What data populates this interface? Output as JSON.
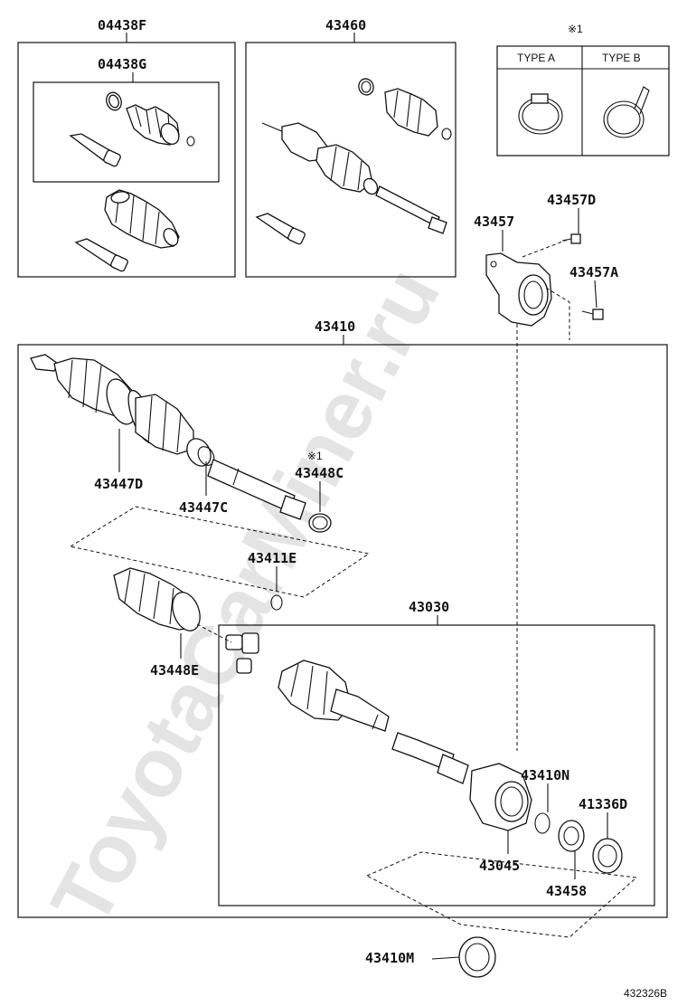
{
  "labels": {
    "kit_f": "04438F",
    "kit_g": "04438G",
    "shaft_kit": "43460",
    "note_mark": "※1",
    "type_a": "TYPE A",
    "type_b": "TYPE B",
    "bolt_d": "43457D",
    "bracket": "43457",
    "bolt_a": "43457A",
    "assy": "43410",
    "boot_d": "43447D",
    "clamp_c": "43447C",
    "note_mark_2": "※1",
    "clamp_448c": "43448C",
    "snap_ring_e": "43411E",
    "boot_e": "43448E",
    "outboard": "43030",
    "snap_ring_n": "43410N",
    "oil_seal_d": "41336D",
    "bearing_housing": "43045",
    "bearing": "43458",
    "dust_seal_m": "43410M",
    "diagram_code": "432326B"
  },
  "watermark": "ToyotaCarMiner.ru"
}
